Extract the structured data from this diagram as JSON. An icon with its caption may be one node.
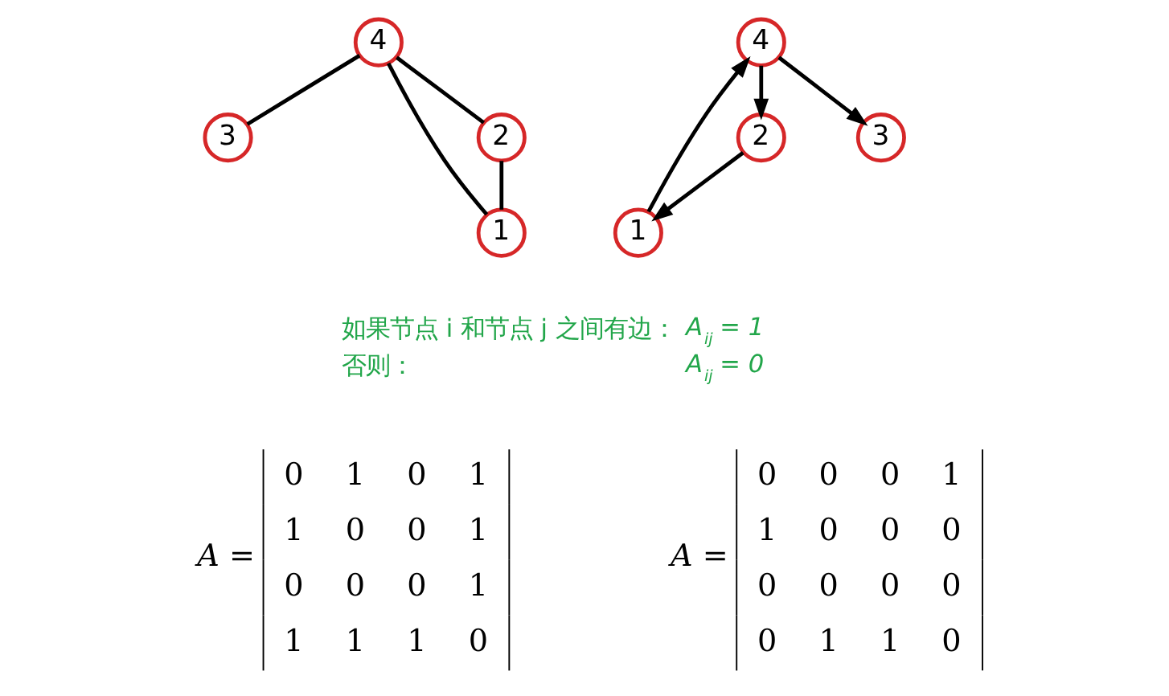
{
  "diagram": {
    "nodes": [
      {
        "text": [
          "1"
        ]
      },
      {
        "text": [
          "2"
        ]
      },
      {
        "text": [
          "3"
        ]
      },
      {
        "text": [
          "4"
        ]
      },
      {
        "text": [
          "1"
        ]
      },
      {
        "text": [
          "2"
        ]
      },
      {
        "text": [
          "3"
        ]
      },
      {
        "text": [
          "4"
        ]
      }
    ],
    "edges": [
      {
        "from": 3,
        "to": 0,
        "arrow": "none"
      },
      {
        "from": 3,
        "to": 1,
        "arrow": "none"
      },
      {
        "from": 3,
        "to": 2,
        "arrow": "none"
      },
      {
        "from": 0,
        "to": 1,
        "arrow": "none"
      },
      {
        "from": 4,
        "to": 7,
        "arrow": "to"
      },
      {
        "from": 7,
        "to": 5,
        "arrow": "to"
      },
      {
        "from": 7,
        "to": 6,
        "arrow": "to"
      },
      {
        "from": 5,
        "to": 4,
        "arrow": "to"
      }
    ],
    "labels": [
      "如果节点 i 和节点 j 之间有边：",
      "A$_{ij}$ = 1",
      "否则：",
      "A$_{ij}$ = 0",
      "A =",
      "0",
      "1",
      "0",
      "1",
      "1",
      "0",
      "0",
      "1",
      "0",
      "0",
      "0",
      "1",
      "1",
      "1",
      "1",
      "0",
      "A =",
      "0",
      "0",
      "0",
      "1",
      "1",
      "0",
      "0",
      "0",
      "0",
      "0",
      "0",
      "0",
      "0",
      "1",
      "1",
      "0"
    ]
  }
}
